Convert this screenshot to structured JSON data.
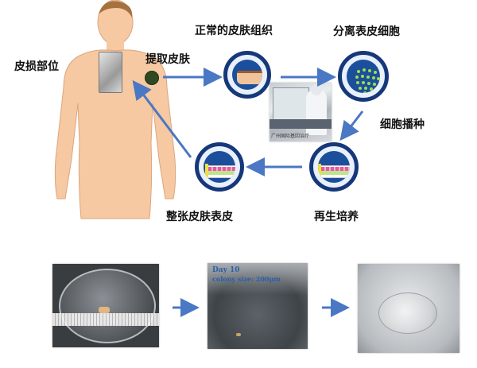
{
  "labels": {
    "injury_site": "皮损部位",
    "biopsy": "提取皮肤",
    "normal_skin": "正常的皮肤组织",
    "separate_cells": "分离表皮细胞",
    "seeding": "细胞播种",
    "regenerate": "再生培养",
    "whole_sheet": "整张皮肤表皮"
  },
  "lab_photo_caption": "广州国际基因治疗",
  "micrograph": {
    "day": "Day 10",
    "colony": "colony size: 200μm"
  },
  "colors": {
    "arrow": "#4a78c4",
    "circle_border": "#16387a",
    "circle_fill": "#1b4f9c",
    "skin": "#f4c8a0"
  }
}
